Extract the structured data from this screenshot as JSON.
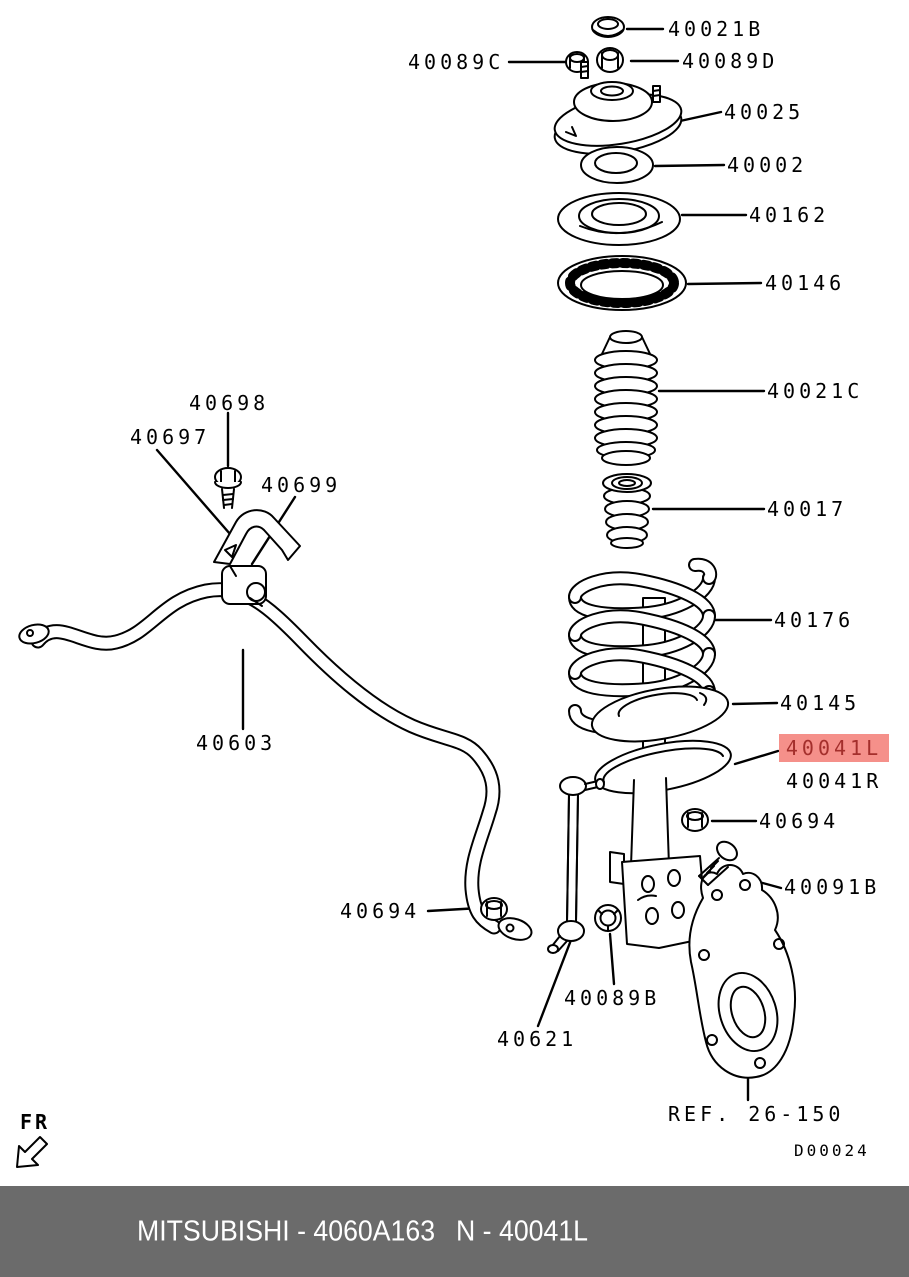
{
  "diagram_code": "D00024",
  "orientation_label": "FR",
  "reference_label": "REF. 26-150",
  "colors": {
    "line": "#000000",
    "highlight_bg": "#f5908a",
    "highlight_text": "#a42f2c",
    "footer_bg": "#6b6b6b",
    "footer_text": "#ffffff"
  },
  "parts": {
    "cap": "40021B",
    "nut_c": "40089C",
    "nut_d": "40089D",
    "strut_mount": "40025",
    "ring": "40002",
    "bearing": "40162",
    "spring_seat_upper": "40146",
    "dust_boot": "40021C",
    "bump_stopper": "40017",
    "coil_spring": "40176",
    "spring_pad": "40145",
    "strut_left": "40041L",
    "strut_right": "40041R",
    "nut_694_right": "40694",
    "bolt_091b": "40091B",
    "bolt_698": "40698",
    "bracket_697": "40697",
    "bushing_699": "40699",
    "stabilizer_bar": "40603",
    "nut_694_left": "40694",
    "nut_089b": "40089B",
    "stabilizer_link": "40621"
  },
  "footer": {
    "left_text": "MITSUBISHI - 4060A163",
    "right_text": "N - 40041L"
  }
}
